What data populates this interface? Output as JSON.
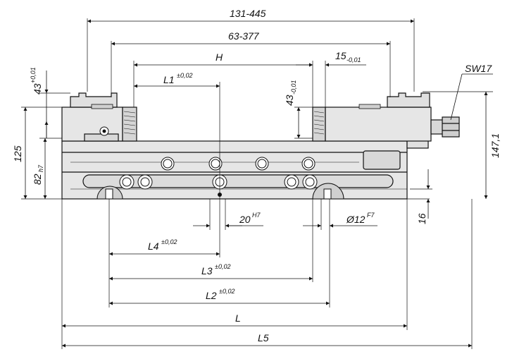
{
  "dimensions": {
    "total_width_range": "131-445",
    "jaw_width_range": "63-377",
    "H": "H",
    "jaw_thickness": "15",
    "jaw_thickness_tol": "-0,01",
    "jaw_height_top": "43",
    "jaw_height_top_tol": "+0,01",
    "jaw_height": "43",
    "jaw_height_tol": "-0,01",
    "L1": "L1",
    "L1_tol": "±0,02",
    "SW": "SW17",
    "height_125": "125",
    "height_82": "82",
    "height_82_fit": "h7",
    "height_147": "147,1",
    "slot_20": "20",
    "slot_20_fit": "H7",
    "bore_12": "Ø12",
    "bore_12_fit": "F7",
    "depth_16": "16",
    "L4": "L4",
    "L4_tol": "±0,02",
    "L3": "L3",
    "L3_tol": "±0,02",
    "L2": "L2",
    "L2_tol": "±0,02",
    "L": "L",
    "L5": "L5"
  }
}
